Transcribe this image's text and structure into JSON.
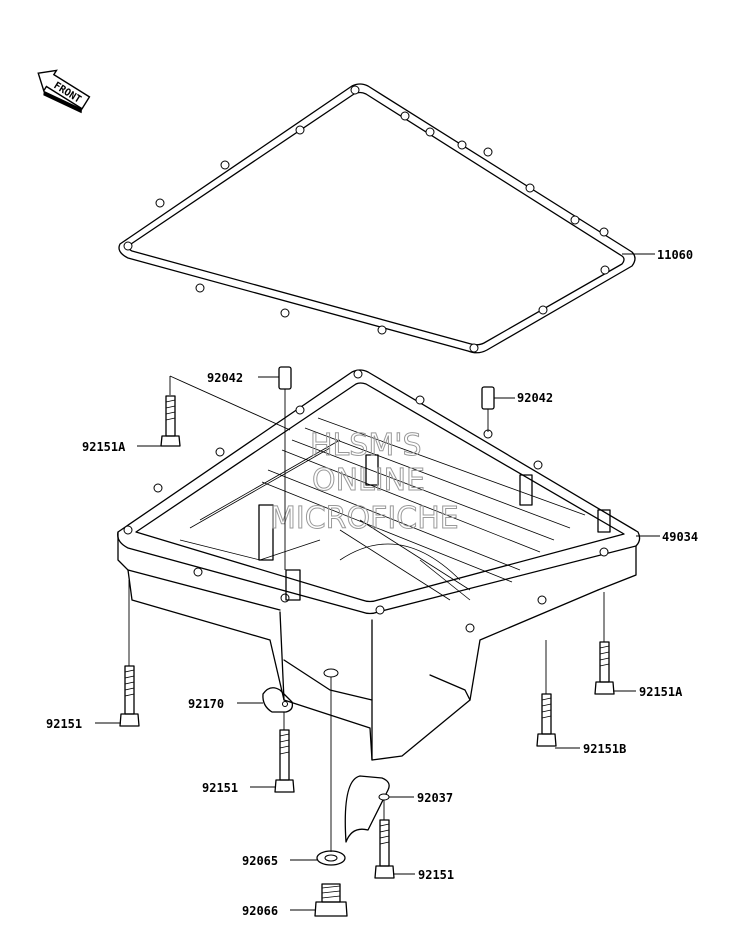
{
  "front_marker": {
    "text": "FRONT"
  },
  "watermark": {
    "lines": [
      "HLSM'S",
      "ONLINE",
      "MICROFICHE"
    ]
  },
  "callouts": [
    {
      "id": "gasket",
      "part_number": "11060"
    },
    {
      "id": "dowel-left",
      "part_number": "92042"
    },
    {
      "id": "dowel-right",
      "part_number": "92042"
    },
    {
      "id": "bolt-upper-left",
      "part_number": "92151A"
    },
    {
      "id": "oil-pan",
      "part_number": "49034"
    },
    {
      "id": "bolt-right",
      "part_number": "92151A"
    },
    {
      "id": "bolt-lower-left",
      "part_number": "92151"
    },
    {
      "id": "clamp-small",
      "part_number": "92170"
    },
    {
      "id": "bolt-lower-right",
      "part_number": "92151B"
    },
    {
      "id": "bolt-center",
      "part_number": "92151"
    },
    {
      "id": "clamp-large",
      "part_number": "92037"
    },
    {
      "id": "drain-washer",
      "part_number": "92065"
    },
    {
      "id": "bolt-bottom",
      "part_number": "92151"
    },
    {
      "id": "drain-plug",
      "part_number": "92066"
    }
  ]
}
